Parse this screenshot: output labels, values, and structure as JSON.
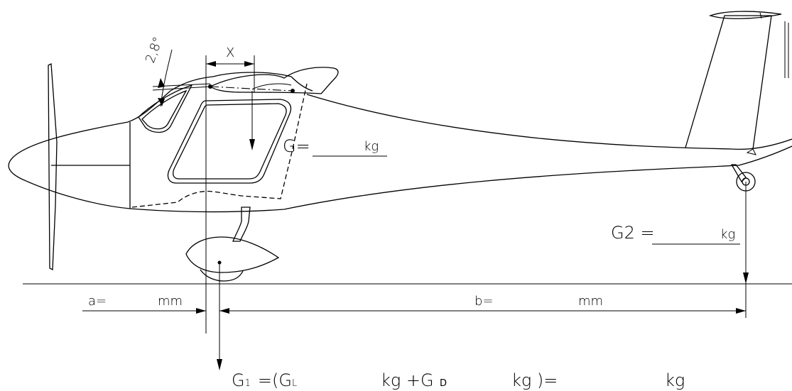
{
  "labels": {
    "angle": "2,8°",
    "x": "X",
    "g_label": "G=",
    "g_unit": "kg",
    "g2_label": "G2 =",
    "g2_unit": "kg",
    "a_label": "a=",
    "a_unit": "mm",
    "b_label": "b=",
    "b_unit": "mm",
    "g1_prefix": "G",
    "g1_sub": "1",
    "g1_eq": "=(G",
    "gl_sub": "L",
    "g1_kg1": "kg +G",
    "gd_sub": "D",
    "g1_kg2": "kg )=",
    "g1_kg3": "kg"
  }
}
